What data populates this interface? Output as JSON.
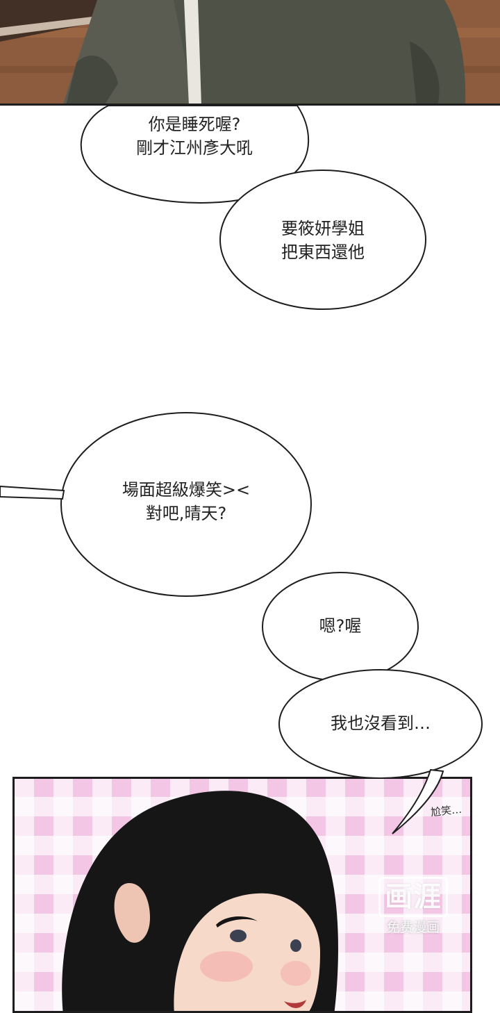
{
  "bubbles": {
    "b1": [
      "你是睡死喔?",
      "剛才江州彥大吼"
    ],
    "b2": [
      "要筱妍學姐",
      "把東西還他"
    ],
    "b3": [
      "場面超級爆笑><",
      "對吧,晴天?"
    ],
    "b4": [
      "嗯?喔"
    ],
    "b5": [
      "我也沒看到…"
    ]
  },
  "sfx": "尬笑…",
  "watermark": {
    "logo": "画涯",
    "caption": "免费漫画"
  },
  "colors": {
    "floor": "#8a5a3c",
    "jacket": "#4f5247",
    "hair": "#161617",
    "skin": "#f6d9c8",
    "plaid": "#f2c6e4"
  }
}
